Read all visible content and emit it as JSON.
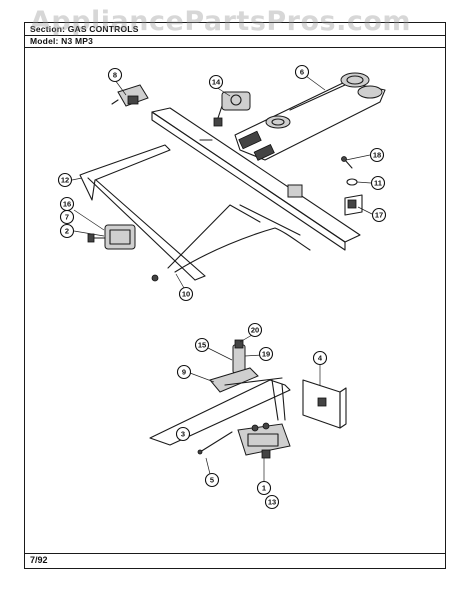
{
  "header": {
    "section": "Section: GAS CONTROLS",
    "model": "Model: N3 MP3"
  },
  "watermark": "AppliancePartsPros.com",
  "footer": {
    "date": "7/92"
  },
  "callouts": [
    {
      "id": "c8",
      "label": "8"
    },
    {
      "id": "c14",
      "label": "14"
    },
    {
      "id": "c6",
      "label": "6"
    },
    {
      "id": "c18",
      "label": "18"
    },
    {
      "id": "c11",
      "label": "11"
    },
    {
      "id": "c17",
      "label": "17"
    },
    {
      "id": "c12",
      "label": "12"
    },
    {
      "id": "c16",
      "label": "16"
    },
    {
      "id": "c7",
      "label": "7"
    },
    {
      "id": "c2",
      "label": "2"
    },
    {
      "id": "c10",
      "label": "10"
    },
    {
      "id": "c20",
      "label": "20"
    },
    {
      "id": "c15",
      "label": "15"
    },
    {
      "id": "c19",
      "label": "19"
    },
    {
      "id": "c9",
      "label": "9"
    },
    {
      "id": "c4",
      "label": "4"
    },
    {
      "id": "c3",
      "label": "3"
    },
    {
      "id": "c5",
      "label": "5"
    },
    {
      "id": "c1",
      "label": "1"
    },
    {
      "id": "c13",
      "label": "13"
    }
  ]
}
